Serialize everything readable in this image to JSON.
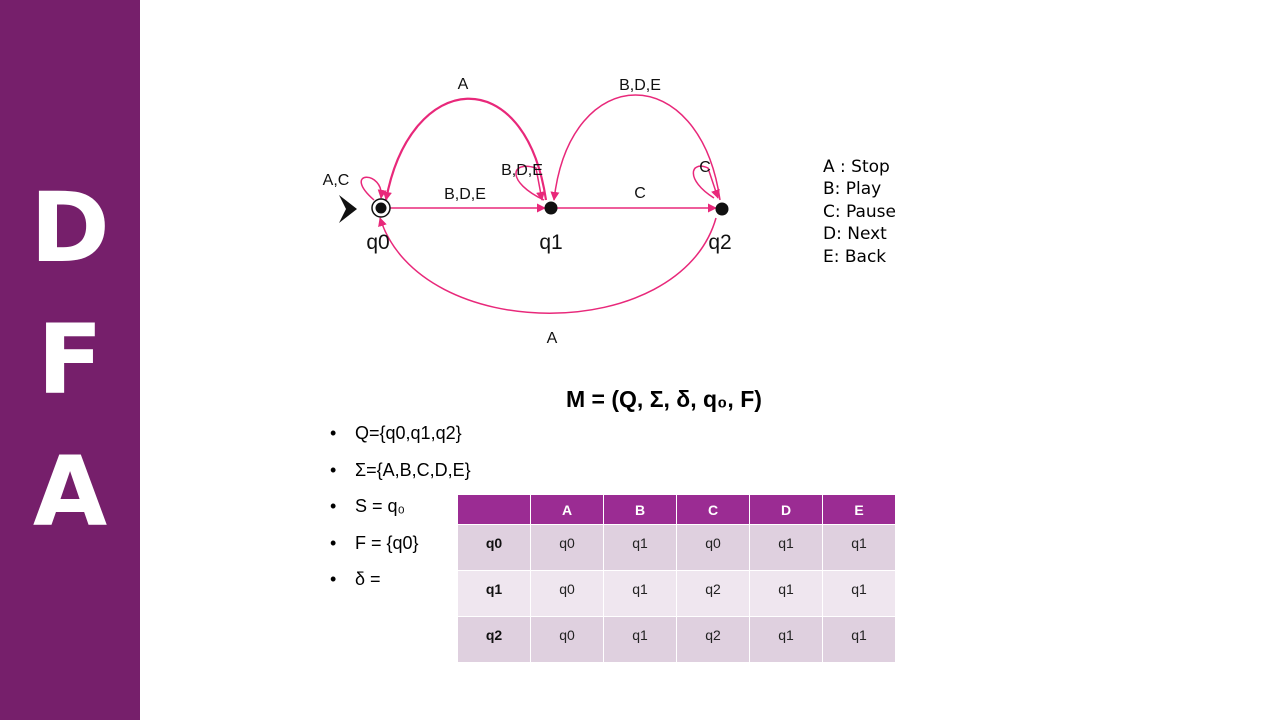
{
  "sidebar": {
    "letters": [
      "D",
      "F",
      "A"
    ],
    "color": "#761f6b"
  },
  "diagram": {
    "arrow_color": "#e8287a",
    "states": [
      "q0",
      "q1",
      "q2"
    ],
    "transitions": {
      "q0_self": "A,C",
      "q0_to_q1": "B,D,E",
      "q1_to_q0_top": "A",
      "q1_self": "B,D,E",
      "q2_to_q1_top": "B,D,E",
      "q1_to_q2": "C",
      "q2_self": "C",
      "q2_to_q0_bottom": "A"
    }
  },
  "legend": [
    "A : Stop",
    "B: Play",
    "C: Pause",
    "D: Next",
    "E: Back"
  ],
  "formula": "M = (Q, Σ, δ, q₀, F)",
  "bullets": [
    "Q={q0,q1,q2}",
    "Σ={A,B,C,D,E}",
    "S = q₀",
    "F = {q0}",
    "δ ="
  ],
  "table": {
    "header_color": "#9b2c93",
    "headers": [
      "",
      "A",
      "B",
      "C",
      "D",
      "E"
    ],
    "rows": [
      {
        "state": "q0",
        "cells": [
          "q0",
          "q1",
          "q0",
          "q1",
          "q1"
        ]
      },
      {
        "state": "q1",
        "cells": [
          "q0",
          "q1",
          "q2",
          "q1",
          "q1"
        ]
      },
      {
        "state": "q2",
        "cells": [
          "q0",
          "q1",
          "q2",
          "q1",
          "q1"
        ]
      }
    ]
  }
}
